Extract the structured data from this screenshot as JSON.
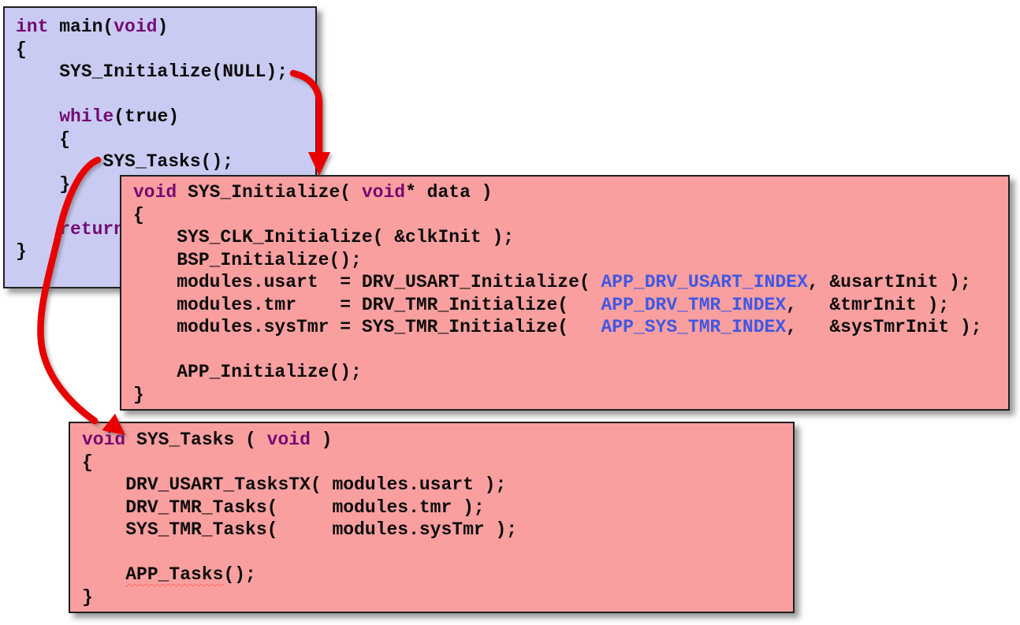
{
  "diagram": {
    "description": "MPLAB Harmony system code flow: main calls SYS_Initialize and SYS_Tasks",
    "colors": {
      "main_box_bg": "#c9cbf2",
      "pink_box_bg": "#f99f9f",
      "box_border": "#1f1f1f",
      "keyword": "#730b73",
      "plain_text": "#0c0c0c",
      "index_macro_blue": "#4057e3",
      "arrow_red": "#e80000"
    },
    "boxes": {
      "main": {
        "id": "main-function-box",
        "lines": [
          [
            {
              "c": "k",
              "t": "int"
            },
            {
              "c": "p",
              "t": " main("
            },
            {
              "c": "k",
              "t": "void"
            },
            {
              "c": "p",
              "t": ")"
            }
          ],
          [
            {
              "c": "p",
              "t": "{"
            }
          ],
          [
            {
              "c": "p",
              "t": "    SYS_Initialize(NULL);"
            }
          ],
          [],
          [
            {
              "c": "p",
              "t": "    "
            },
            {
              "c": "k",
              "t": "while"
            },
            {
              "c": "p",
              "t": "(true)"
            }
          ],
          [
            {
              "c": "p",
              "t": "    {"
            }
          ],
          [
            {
              "c": "p",
              "t": "        SYS_Tasks();"
            }
          ],
          [
            {
              "c": "p",
              "t": "    }"
            }
          ],
          [],
          [
            {
              "c": "p",
              "t": "    "
            },
            {
              "c": "k",
              "t": "return"
            }
          ],
          [
            {
              "c": "p",
              "t": "}"
            }
          ]
        ]
      },
      "sys_initialize": {
        "id": "sys-initialize-function-box",
        "lines": [
          [
            {
              "c": "k",
              "t": "void"
            },
            {
              "c": "p",
              "t": " SYS_Initialize( "
            },
            {
              "c": "k",
              "t": "void"
            },
            {
              "c": "p",
              "t": "* data )"
            }
          ],
          [
            {
              "c": "p",
              "t": "{"
            }
          ],
          [
            {
              "c": "p",
              "t": "    SYS_CLK_Initialize( &clkInit );"
            }
          ],
          [
            {
              "c": "p",
              "t": "    BSP_Initialize();"
            }
          ],
          [
            {
              "c": "p",
              "t": "    modules.usart  = DRV_USART_Initialize( "
            },
            {
              "c": "b",
              "t": "APP_DRV_USART_INDEX"
            },
            {
              "c": "p",
              "t": ", &usartInit );"
            }
          ],
          [
            {
              "c": "p",
              "t": "    modules.tmr    = DRV_TMR_Initialize(   "
            },
            {
              "c": "b",
              "t": "APP_DRV_TMR_INDEX"
            },
            {
              "c": "p",
              "t": ",   &tmrInit );"
            }
          ],
          [
            {
              "c": "p",
              "t": "    modules.sysTmr = SYS_TMR_Initialize(   "
            },
            {
              "c": "b",
              "t": "APP_SYS_TMR_INDEX"
            },
            {
              "c": "p",
              "t": ",   &sysTmrInit );"
            }
          ],
          [],
          [
            {
              "c": "p",
              "t": "    APP_Initialize();"
            }
          ],
          [
            {
              "c": "p",
              "t": "}"
            }
          ]
        ]
      },
      "sys_tasks": {
        "id": "sys-tasks-function-box",
        "lines": [
          [
            {
              "c": "k",
              "t": "void"
            },
            {
              "c": "p",
              "t": " SYS_Tasks ( "
            },
            {
              "c": "k",
              "t": "void"
            },
            {
              "c": "p",
              "t": " )"
            }
          ],
          [
            {
              "c": "p",
              "t": "{"
            }
          ],
          [
            {
              "c": "p",
              "t": "    DRV_USART_TasksTX( modules.usart );"
            }
          ],
          [
            {
              "c": "p",
              "t": "    DRV_TMR_Tasks(     modules.tmr );"
            }
          ],
          [
            {
              "c": "p",
              "t": "    SYS_TMR_Tasks(     modules.sysTmr );"
            }
          ],
          [],
          [
            {
              "c": "p",
              "t": "    "
            },
            {
              "c": "u",
              "t": "APP_Tasks"
            },
            {
              "c": "p",
              "t": "();"
            }
          ],
          [
            {
              "c": "p",
              "t": "}"
            }
          ]
        ]
      }
    },
    "arrows": [
      {
        "name": "call-arrow-sys-initialize",
        "from": "SYS_Initialize(NULL); in main",
        "to": "SYS_Initialize definition box"
      },
      {
        "name": "call-arrow-sys-tasks",
        "from": "SYS_Tasks(); in main loop",
        "to": "SYS_Tasks definition box"
      }
    ]
  }
}
